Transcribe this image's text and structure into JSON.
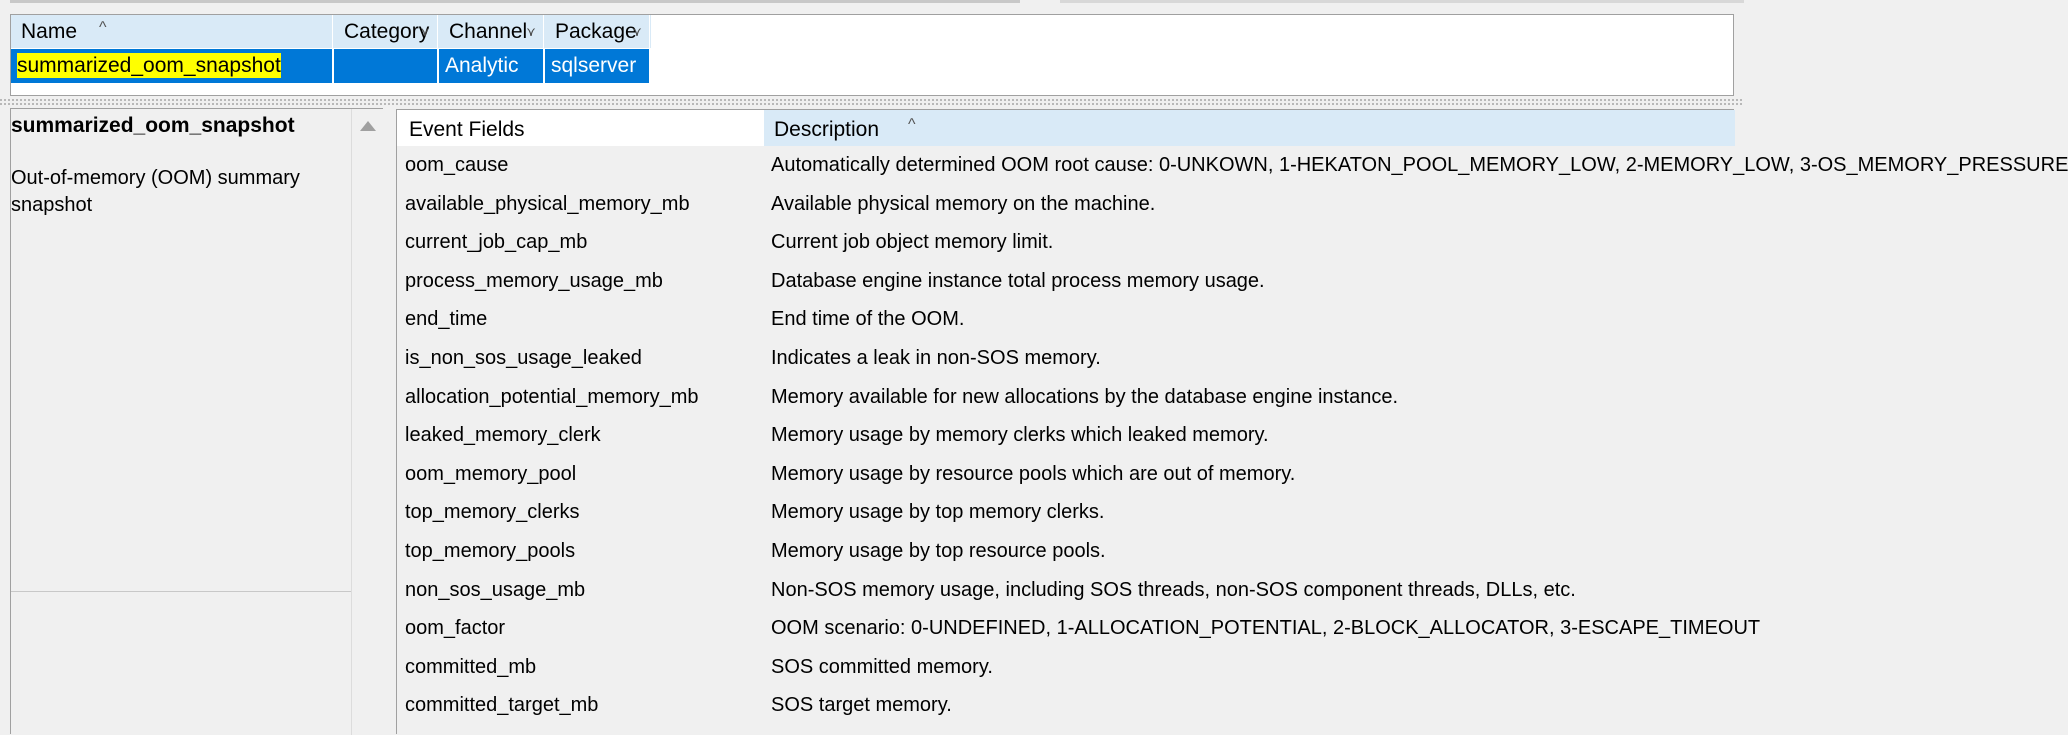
{
  "events_grid": {
    "columns": [
      {
        "label": "Name"
      },
      {
        "label": "Category"
      },
      {
        "label": "Channel"
      },
      {
        "label": "Package"
      }
    ],
    "selected_row": {
      "name": "summarized_oom_snapshot",
      "category": "",
      "channel": "Analytic",
      "package": "sqlserver"
    }
  },
  "detail": {
    "title": "summarized_oom_snapshot",
    "description": "Out-of-memory (OOM) summary snapshot"
  },
  "fields_grid": {
    "col_fields": "Event Fields",
    "col_description": "Description",
    "rows": [
      {
        "field": "oom_cause",
        "description": "Automatically determined OOM root cause: 0-UNKOWN, 1-HEKATON_POOL_MEMORY_LOW, 2-MEMORY_LOW, 3-OS_MEMORY_PRESSURE"
      },
      {
        "field": "available_physical_memory_mb",
        "description": "Available physical memory on the machine."
      },
      {
        "field": "current_job_cap_mb",
        "description": "Current job object memory limit."
      },
      {
        "field": "process_memory_usage_mb",
        "description": "Database engine instance total process memory usage."
      },
      {
        "field": "end_time",
        "description": "End time of the OOM."
      },
      {
        "field": "is_non_sos_usage_leaked",
        "description": "Indicates a leak in non-SOS memory."
      },
      {
        "field": "allocation_potential_memory_mb",
        "description": "Memory available for new allocations by the database engine instance."
      },
      {
        "field": "leaked_memory_clerk",
        "description": "Memory usage by memory clerks which leaked memory."
      },
      {
        "field": "oom_memory_pool",
        "description": "Memory usage by resource pools which are out of memory."
      },
      {
        "field": "top_memory_clerks",
        "description": "Memory usage by top memory clerks."
      },
      {
        "field": "top_memory_pools",
        "description": "Memory usage by top resource pools."
      },
      {
        "field": "non_sos_usage_mb",
        "description": "Non-SOS memory usage, including SOS threads, non-SOS component threads, DLLs, etc."
      },
      {
        "field": "oom_factor",
        "description": "OOM scenario: 0-UNDEFINED, 1-ALLOCATION_POTENTIAL, 2-BLOCK_ALLOCATOR, 3-ESCAPE_TIMEOUT"
      },
      {
        "field": "committed_mb",
        "description": "SOS committed memory."
      },
      {
        "field": "committed_target_mb",
        "description": "SOS target memory."
      }
    ]
  },
  "colors": {
    "selection": "#0078d7",
    "header": "#d9eaf7",
    "highlight": "#ffff00"
  },
  "icons": [
    "sort-ascending-icon",
    "filter-dropdown-icon",
    "scroll-up-icon"
  ]
}
